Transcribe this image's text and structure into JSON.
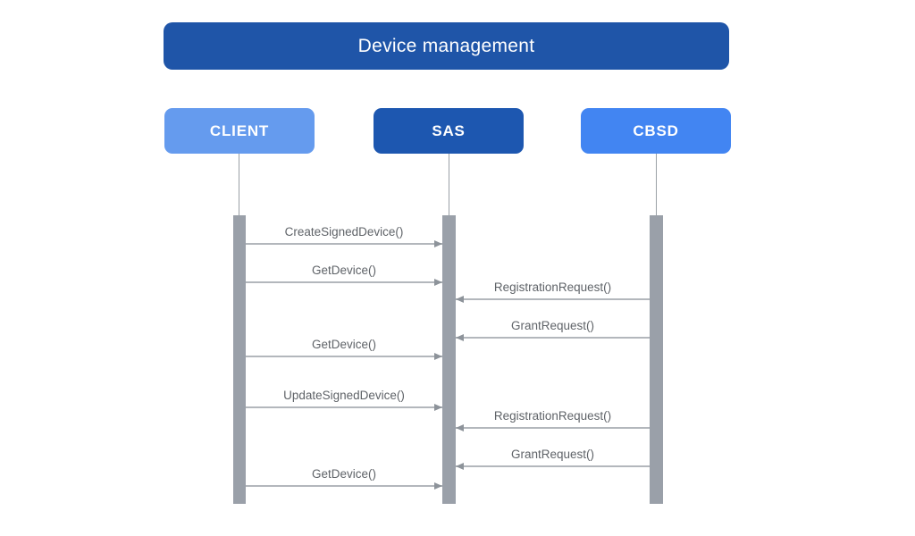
{
  "header": {
    "title": "Device management"
  },
  "actors": [
    {
      "id": "client",
      "label": "CLIENT"
    },
    {
      "id": "sas",
      "label": "SAS"
    },
    {
      "id": "cbsd",
      "label": "CBSD"
    }
  ],
  "messages": [
    {
      "label": "CreateSignedDevice()",
      "from": "CLIENT",
      "to": "SAS"
    },
    {
      "label": "GetDevice()",
      "from": "CLIENT",
      "to": "SAS"
    },
    {
      "label": "RegistrationRequest()",
      "from": "CBSD",
      "to": "SAS"
    },
    {
      "label": "GrantRequest()",
      "from": "CBSD",
      "to": "SAS"
    },
    {
      "label": "GetDevice()",
      "from": "CLIENT",
      "to": "SAS"
    },
    {
      "label": "UpdateSignedDevice()",
      "from": "CLIENT",
      "to": "SAS"
    },
    {
      "label": "RegistrationRequest()",
      "from": "CBSD",
      "to": "SAS"
    },
    {
      "label": "GrantRequest()",
      "from": "CBSD",
      "to": "SAS"
    },
    {
      "label": "GetDevice()",
      "from": "CLIENT",
      "to": "SAS"
    }
  ],
  "colors": {
    "title_bg": "#1f55a8",
    "client_bg": "#659bee",
    "sas_bg": "#1d57b0",
    "cbsd_bg": "#4285f2",
    "bar": "#9aa0a9",
    "lifeline": "#9aa0a6",
    "arrow_line": "#b3b7bc",
    "arrow_head": "#8d939a",
    "label_text": "#5f6368"
  }
}
